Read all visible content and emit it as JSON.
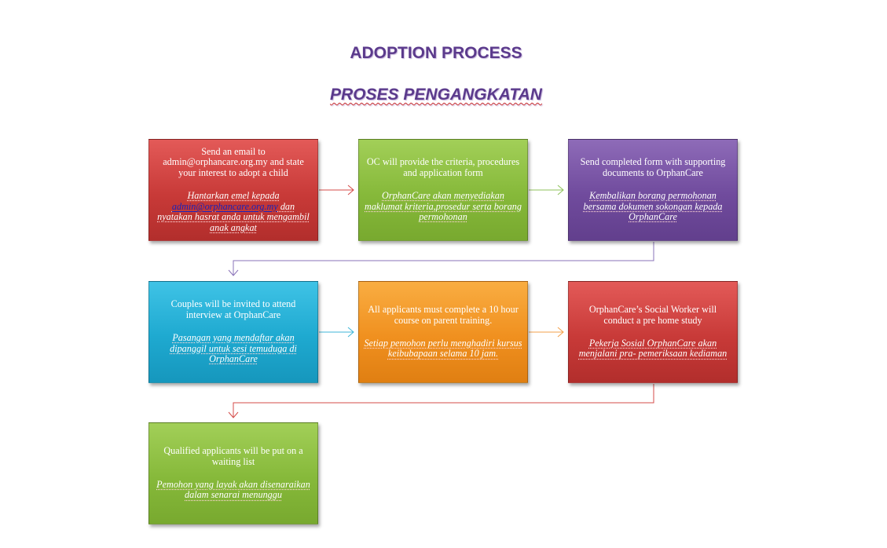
{
  "title": "ADOPTION PROCESS",
  "subtitle": "PROSES PENGANGKATAN",
  "steps": [
    {
      "color": "#c83a38",
      "en": "Send an email to admin@orphancare.org.my and state your interest to adopt a child",
      "ms_before": "Hantarkan emel kepada ",
      "ms_link": "admin@orphancare.org.my",
      "ms_after": " dan nyatakan hasrat anda untuk mengambil anak angkat"
    },
    {
      "color": "#86b93a",
      "en": "OC will provide the criteria, procedures and application form",
      "ms": "OrphanCare akan menyediakan maklumat kriteria,prosedur serta borang permohonan"
    },
    {
      "color": "#704b9d",
      "en": "Send completed  form with supporting documents to OrphanCare",
      "ms": "Kembalikan borang permohonan bersama dokumen sokongan kepada OrphanCare"
    },
    {
      "color": "#1ea9d0",
      "en": "Couples will be invited to attend interview at OrphanCare",
      "ms": "Pasangan yang mendaftar akan dipanggil untuk sesi temuduga di OrphanCare"
    },
    {
      "color": "#f0901f",
      "en": "All applicants must complete a 10 hour course on parent training.",
      "ms": "Setiap pemohon perlu menghadiri kursus keibubapaan selama 10 jam."
    },
    {
      "color": "#c83a38",
      "en": "OrphanCare’s  Social Worker will conduct a pre home study",
      "ms": "Pekerja Sosial OrphanCare akan menjalani pra- pemeriksaan kediaman"
    },
    {
      "color": "#86b93a",
      "en": "Qualified applicants will be put on a waiting list",
      "ms": "Pemohon yang layak akan disenaraikan dalam senarai menunggu"
    }
  ],
  "connector_colors": {
    "step1_to_2": "#d44b48",
    "step2_to_3": "#8fc25b",
    "step3_to_4": "#8a73b8",
    "step4_to_5": "#3fb6d8",
    "step5_to_6": "#f3a04a",
    "step6_to_7": "#d44b48"
  }
}
